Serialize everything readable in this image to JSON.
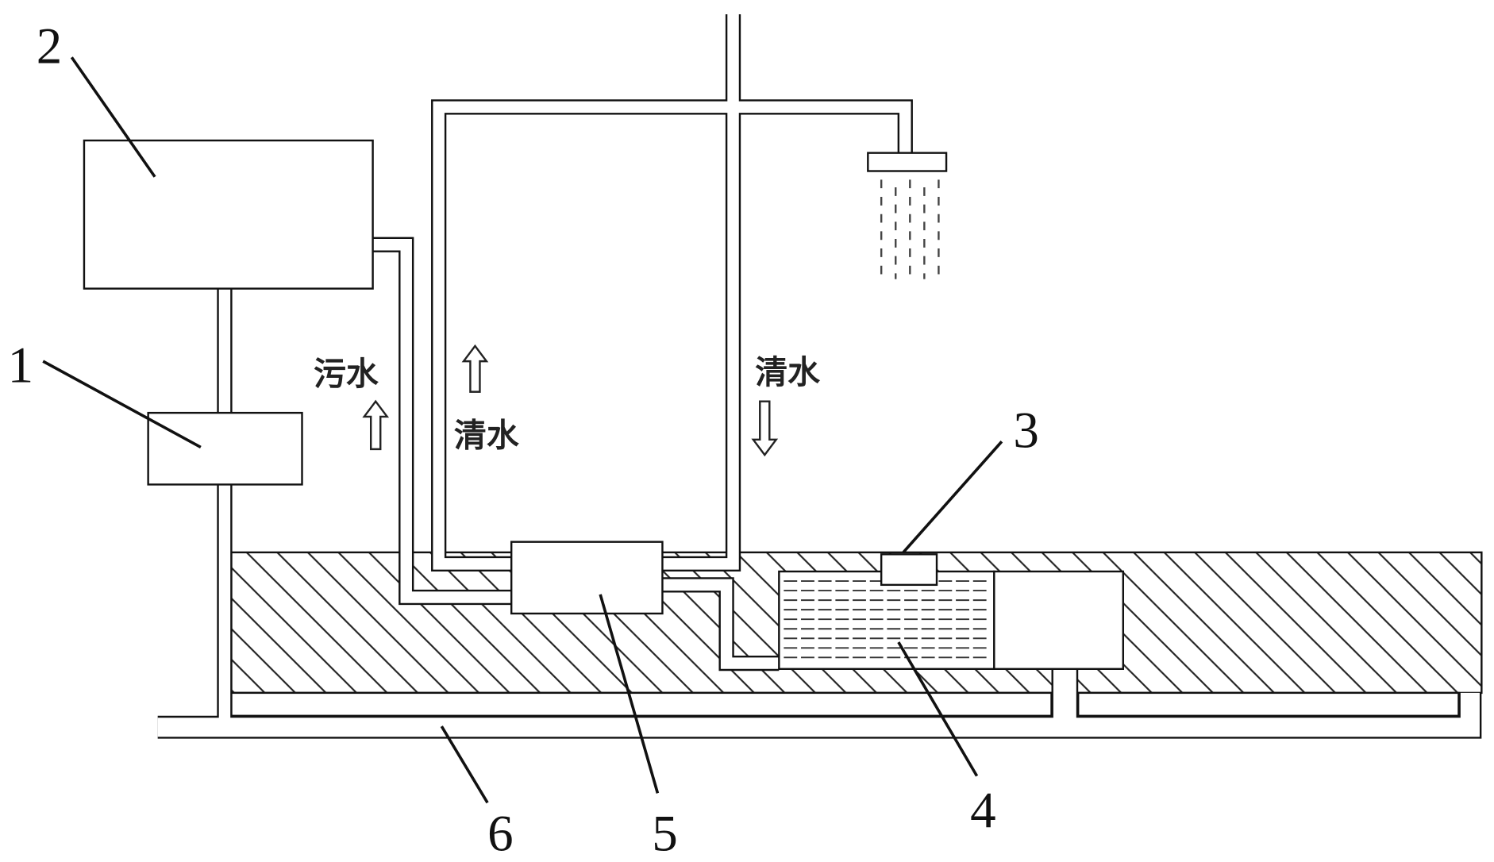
{
  "callouts": [
    "1",
    "2",
    "3",
    "4",
    "5",
    "6"
  ],
  "flow_labels": {
    "left_pipe": "污水",
    "middle_pipe": "清水",
    "right_pipe": "清水"
  }
}
